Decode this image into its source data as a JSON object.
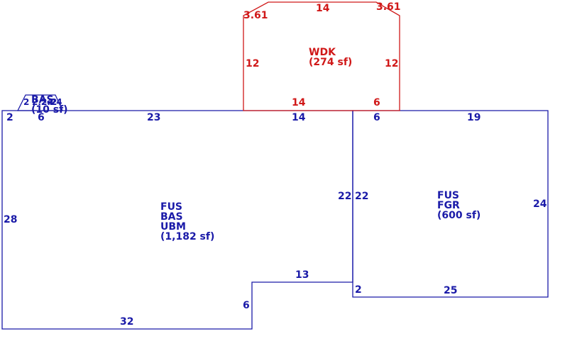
{
  "colors": {
    "main": "#1a1aa8",
    "deck": "#d01818"
  },
  "areas": {
    "main": {
      "line1": "FUS",
      "line2": "BAS",
      "line3": "UBM",
      "area": "(1,182 sf)"
    },
    "garage": {
      "line1": "FUS",
      "line2": "FGR",
      "area": "(600 sf)"
    },
    "deck": {
      "line1": "WDK",
      "area": "(274 sf)"
    },
    "small": {
      "line1": "BAS",
      "area": "(10 sf)"
    }
  },
  "dims": {
    "main_top_left": "2",
    "main_top_a": "6",
    "main_top_b": "23",
    "main_top_c": "14",
    "main_left": "28",
    "main_right": "22",
    "main_bottom": "32",
    "main_notch_v": "6",
    "main_notch_h": "13",
    "garage_left": "22",
    "garage_top_a": "6",
    "garage_top_b": "19",
    "garage_right": "24",
    "garage_bottom": "25",
    "garage_notch": "2",
    "deck_top": "14",
    "deck_bottom": "14",
    "deck_bottom_b": "6",
    "deck_left": "12",
    "deck_right": "12",
    "deck_corner_left": "3.61",
    "deck_corner_right": "3.61",
    "small_a": "2",
    "small_b": "2.24",
    "small_c": "2.24",
    "small_d": "2"
  }
}
